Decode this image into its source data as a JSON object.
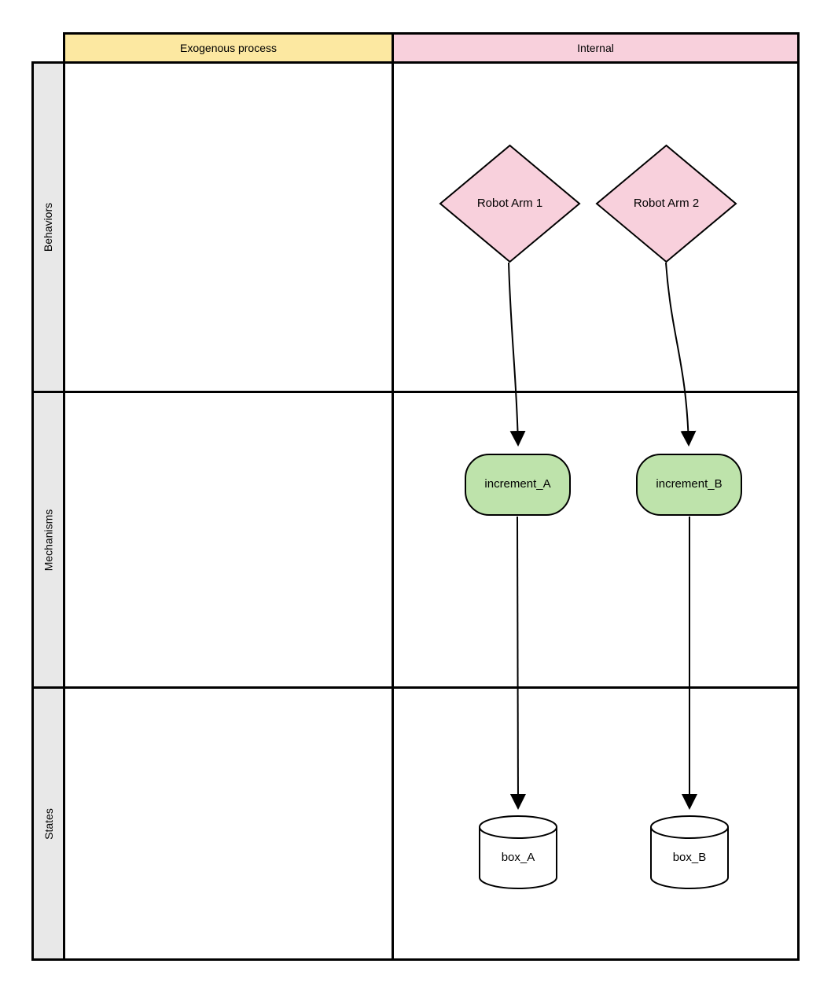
{
  "diagram": {
    "columns": [
      {
        "label": "Exogenous process",
        "fill": "#fce8a1"
      },
      {
        "label": "Internal",
        "fill": "#f8d0dc"
      }
    ],
    "rows": [
      {
        "label": "Behaviors"
      },
      {
        "label": "Mechanisms"
      },
      {
        "label": "States"
      }
    ],
    "row_header_fill": "#e8e8e8",
    "grid_stroke": "#000000",
    "nodes": [
      {
        "id": "robot_arm_1",
        "label": "Robot Arm 1",
        "shape": "diamond",
        "fill": "#f8d0dc",
        "row": "Behaviors",
        "column": "Internal"
      },
      {
        "id": "robot_arm_2",
        "label": "Robot Arm 2",
        "shape": "diamond",
        "fill": "#f8d0dc",
        "row": "Behaviors",
        "column": "Internal"
      },
      {
        "id": "increment_A",
        "label": "increment_A",
        "shape": "rounded-rectangle",
        "fill": "#bee3ab",
        "row": "Mechanisms",
        "column": "Internal"
      },
      {
        "id": "increment_B",
        "label": "increment_B",
        "shape": "rounded-rectangle",
        "fill": "#bee3ab",
        "row": "Mechanisms",
        "column": "Internal"
      },
      {
        "id": "box_A",
        "label": "box_A",
        "shape": "cylinder",
        "fill": "#ffffff",
        "row": "States",
        "column": "Internal"
      },
      {
        "id": "box_B",
        "label": "box_B",
        "shape": "cylinder",
        "fill": "#ffffff",
        "row": "States",
        "column": "Internal"
      }
    ],
    "edges": [
      {
        "from": "Robot Arm 1",
        "to": "increment_A",
        "style": "curved-arrow"
      },
      {
        "from": "Robot Arm 2",
        "to": "increment_B",
        "style": "curved-arrow"
      },
      {
        "from": "increment_A",
        "to": "box_A",
        "style": "straight-arrow"
      },
      {
        "from": "increment_B",
        "to": "box_B",
        "style": "straight-arrow"
      }
    ]
  }
}
